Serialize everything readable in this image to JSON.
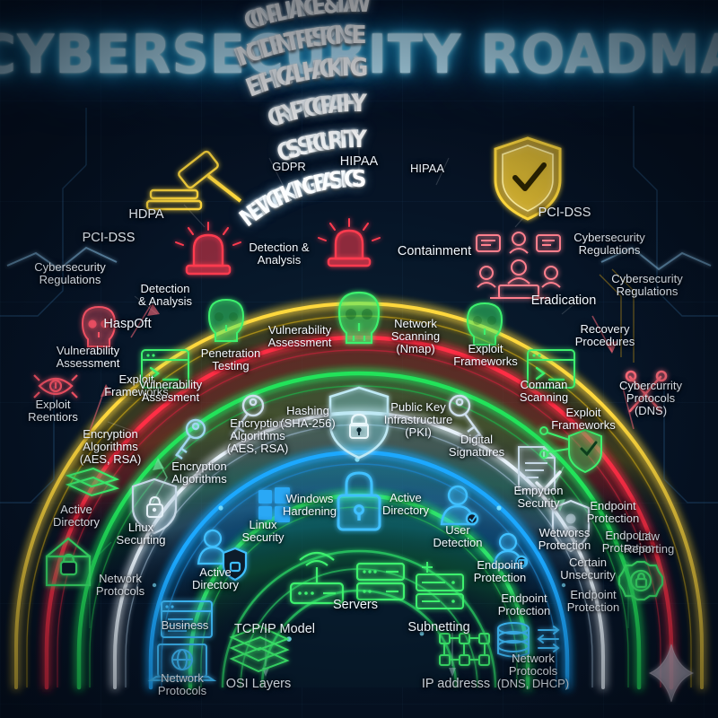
{
  "header": {
    "title": "CYBERSECURITY ROADMAP"
  },
  "theme": {
    "background": "#061426",
    "title_color": "#bdecff",
    "compliance": "#ffd83d",
    "incident": "#ff2f45",
    "ethical": "#22e35a",
    "crypto": "#dfe9f2",
    "os_security": "#1fa8ff",
    "networking": "#2fe36a"
  },
  "bands": [
    {
      "id": "compliance",
      "title": "COMPLIANCE & LAW",
      "color": "#ffd83d",
      "items": [
        "GDPR",
        "HIPAA",
        "HIPAA"
      ]
    },
    {
      "id": "incident",
      "title": "INCIDENT RESPONSE",
      "color": "#ff2f45",
      "items": [
        "Detection &\nAnalysis",
        "Containment",
        "Eradication"
      ]
    },
    {
      "id": "ethical",
      "title": "ETHICAL HACKING",
      "color": "#22e35a",
      "items": [
        "Penetration\nTesting",
        "Vulnerability\nAssessment",
        "Network\nScanning\n(Nmap)",
        "Exploit\nFrameworks"
      ]
    },
    {
      "id": "crypto",
      "title": "CRYPTOGRAPHY",
      "color": "#dfe9f2",
      "items": [
        "Encryption\nAlgorithms\n(AES, RSA)",
        "Hashing\n(SHA-256)",
        "Public Key\nInfrastructure\n(PKI)",
        "Digital\nSignatures"
      ]
    },
    {
      "id": "os",
      "title": "OS SECURITY",
      "color": "#1fa8ff",
      "items": [
        "Linux\nSecurity",
        "Windows\nHardening",
        "Active\nDirectory",
        "User\nDetection"
      ]
    },
    {
      "id": "net",
      "title": "NETWORKING BASICS",
      "color": "#2fe36a",
      "items": [
        "TCP/IP Model",
        "Servers",
        "Subnetting",
        "OSI Layers",
        "IP addresss"
      ]
    }
  ],
  "labels": {
    "compliance_gdpr": "GDPR",
    "compliance_hipaa_1": "HIPAA",
    "compliance_hipaa_2": "HIPAA",
    "hdpa": "HDPA",
    "pci_dss_left": "PCI-DSS",
    "pci_dss_right": "PCI-DSS",
    "cyber_regs_left": "Cybersecurity\nRegulations",
    "cyber_regs_right_1": "Cybersecurity\nRegulations",
    "cyber_regs_right_2": "Cybersecurity\nRegulations",
    "detection_analysis_mid": "Detection &\nAnalysis",
    "containment": "Containment",
    "eradication": "Eradication",
    "detection_analysis_left": "Detection\n& Analysis",
    "haspoft": "HaspOft",
    "vuln_assessment_left": "Vulnerability\nAssessment",
    "recovery_procedures": "Recovery\nProcedures",
    "exploit_reentiors": "Exploit\nReentiors",
    "exploit_frameworks_left": "Exploit\nFrameworks",
    "penetration_testing": "Penetration\nTesting",
    "vuln_assessment_mid": "Vulnerability\nAssessment",
    "network_scanning": "Network\nScanning\n(Nmap)",
    "exploit_frameworks_mid": "Exploit\nFrameworks",
    "comman_scanning": "Comman\nScanning",
    "exploit_frameworks_right": "Exploit\nFrameworks",
    "cybercurrity_protocols": "Cybercurrity\nProtocols\n(DNS)",
    "vuln_assesment_left2": "Vulnerability\nAssesment",
    "encryption_alg_left": "Encryption\nAlgorithms\n(AES, RSA)",
    "encryption_alg_mid": "Encryption\nAlgorithms\n(AES, RSA)",
    "encryption_alg_left2": "Encryption\nAlgorithms",
    "hashing": "Hashing\n(SHA-256)",
    "pki": "Public Key\nInfrastructure\n(PKI)",
    "digital_signatures": "Digital\nSignatures",
    "endpoint_protection_1": "Endpoint\nProtection",
    "endpoint_protection_2": "Endpoint\nProtection",
    "endpoint_protection_3": "Endpoint\nProtection",
    "endpoint_protection_4": "Endpoint\nProtection",
    "endpoint_protection_5": "Endpoint\nProtection",
    "active_directory_left": "Active\nDirectory",
    "active_directory_left2": "Active\nDirectory",
    "active_directory_mid": "Active\nDirectory",
    "windows_hardening": "Windows\nHardening",
    "linux_security": "Linux\nSecurity",
    "lhux_securting": "Lhux\nSecurting",
    "user_detection": "User\nDetection",
    "empyuon_security": "Empyuon\nSecurity",
    "wetworss_protection": "Wetworss\nProtection",
    "certain_unsecurity": "Certain\nUnsecurity",
    "law_reporting": "Law\nReporting",
    "network_protocols_left": "Network\nProtocols",
    "network_protocols_left2": "Network\nProtocols",
    "network_protocols_right": "Network\nProtocols\n(DNS, DHCP)",
    "business": "Business",
    "tcpip_model": "TCP/IP Model",
    "servers": "Servers",
    "subnetting": "Subnetting",
    "osi_layers": "OSI Layers",
    "ip_address": "IP addresss"
  },
  "icons": [
    "gavel-icon",
    "shield-check-icon",
    "siren-icon",
    "siren-icon-2",
    "meeting-team-icon",
    "skull-icon-1",
    "skull-icon-2",
    "skull-icon-3",
    "terminal-icon-left",
    "terminal-icon-right",
    "key-icon-left",
    "key-icon-left2",
    "key-icon-right",
    "shield-lock-icon",
    "document-check-icon",
    "windows-logo-icon",
    "padlock-icon",
    "user-profile-icon",
    "shield-user-icon",
    "shield-user-icon-2",
    "envelope-lock-icon",
    "envelope-stack-icon",
    "router-wifi-icon",
    "server-rack-icon",
    "server-config-icon",
    "network-nodes-icon",
    "osi-layers-icon",
    "database-sync-icon",
    "laptop-globe-icon",
    "browser-window-icon",
    "shield-node-icon",
    "gear-lock-icon",
    "wrench-cross-icon",
    "target-alert-icon",
    "skull-red-icon",
    "sparkle-icon"
  ]
}
